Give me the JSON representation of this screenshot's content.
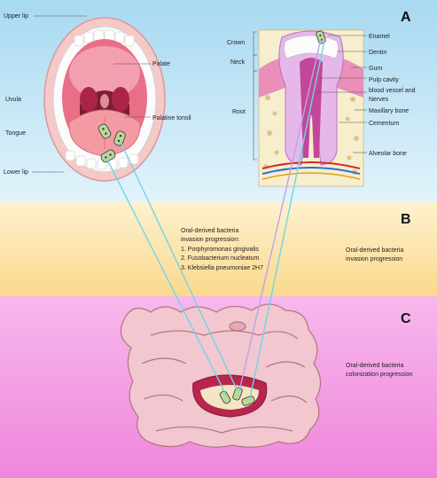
{
  "panels": {
    "a": {
      "letter": "A"
    },
    "b": {
      "letter": "B",
      "note_line1": "Oral-derived bacteria",
      "note_line2": "invasion progression"
    },
    "c": {
      "letter": "C",
      "note_line1": "Oral-derived bacteria",
      "note_line2": "colonization progression"
    }
  },
  "mouth_labels": {
    "upper_lip": "Upper lip",
    "palate": "Palate",
    "uvula": "Uvula",
    "palatine_tonsil": "Palatine tonsil",
    "tongue": "Tongue",
    "lower_lip": "Lower lip"
  },
  "tooth_labels": {
    "crown": "Crown",
    "neck": "Neck",
    "root": "Root",
    "enamel": "Enamel",
    "dentin": "Dentin",
    "gum": "Gum",
    "pulp_cavity": "Pulp cavity",
    "blood_vessel_line1": "blood vessel and",
    "blood_vessel_line2": "Nerves",
    "maxillary_bone": "Maxillary bone",
    "cementum": "Cementum",
    "alveolar_bone": "Alveolar bone"
  },
  "bacteria_list": {
    "heading_line1": "Oral-derived bacteria",
    "heading_line2": "invasion progression:",
    "item1": "1. Porphyromonas gingivalis",
    "item2": "2. Fusobacterium nucleatum",
    "item3": "3. Klebsiella pneumoniae 2H7"
  },
  "colors": {
    "panel_a_bg": "#bfe3f4",
    "panel_b_bg": "#fde7b4",
    "panel_c_bg": "#f39be3",
    "arrow_cyan": "#6fd6e6",
    "arrow_violet": "#b9a4ec"
  }
}
